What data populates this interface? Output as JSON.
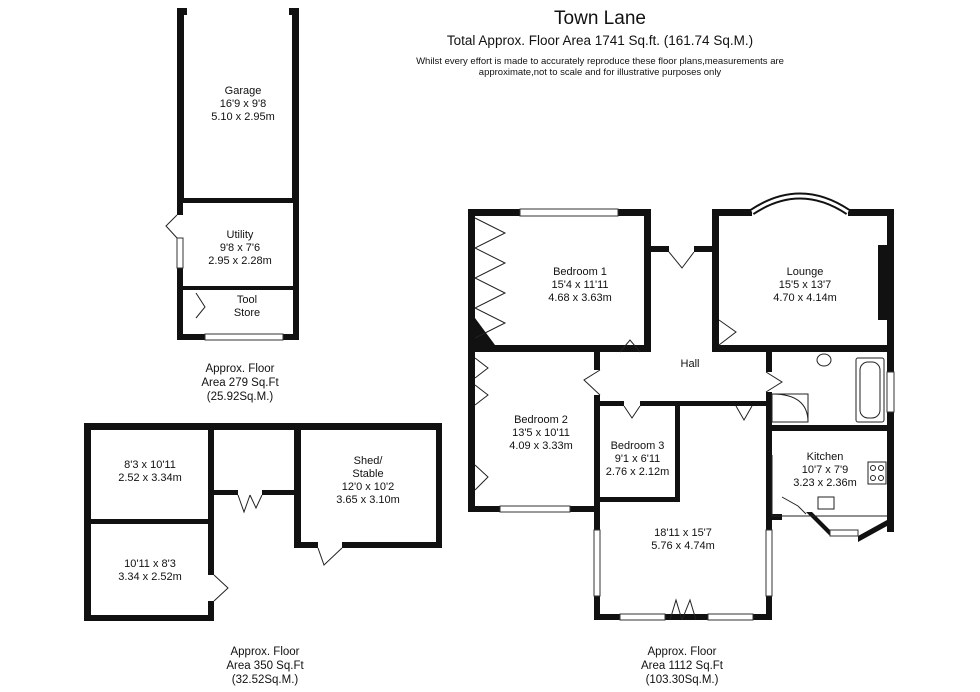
{
  "header": {
    "title": "Town Lane",
    "subtitle": "Total Approx. Floor Area 1741 Sq.ft. (161.74 Sq.M.)",
    "disclaimer_line1": "Whilst every effort is made to accurately reproduce these floor plans,measurements are",
    "disclaimer_line2": "approximate,not to scale and for illustrative purposes only"
  },
  "outbuilding_1": {
    "rooms": [
      {
        "name": "Garage",
        "imperial": "16'9 x 9'8",
        "metric": "5.10 x 2.95m"
      },
      {
        "name": "Utility",
        "imperial": "9'8 x 7'6",
        "metric": "2.95 x 2.28m"
      },
      {
        "name_line1": "Tool",
        "name_line2": "Store"
      }
    ],
    "area": {
      "line1": "Approx. Floor",
      "line2": "Area 279 Sq.Ft",
      "line3": "(25.92Sq.M.)"
    }
  },
  "outbuilding_2": {
    "rooms": [
      {
        "imperial": "8'3 x 10'11",
        "metric": "2.52 x 3.34m"
      },
      {
        "imperial": "10'11 x 8'3",
        "metric": "3.34 x 2.52m"
      },
      {
        "name_line1": "Shed/",
        "name_line2": "Stable",
        "imperial": "12'0 x 10'2",
        "metric": "3.65 x 3.10m"
      }
    ],
    "area": {
      "line1": "Approx. Floor",
      "line2": "Area 350 Sq.Ft",
      "line3": "(32.52Sq.M.)"
    }
  },
  "main_house": {
    "rooms": [
      {
        "name": "Bedroom 1",
        "imperial": "15'4 x 11'11",
        "metric": "4.68 x 3.63m"
      },
      {
        "name": "Lounge",
        "imperial": "15'5 x 13'7",
        "metric": "4.70 x 4.14m"
      },
      {
        "name": "Hall"
      },
      {
        "name": "Bedroom 2",
        "imperial": "13'5 x 10'11",
        "metric": "4.09 x 3.33m"
      },
      {
        "name": "Bedroom 3",
        "imperial": "9'1 x 6'11",
        "metric": "2.76 x 2.12m"
      },
      {
        "name": "Kitchen",
        "imperial": "10'7 x 7'9",
        "metric": "3.23 x 2.36m"
      },
      {
        "imperial": "18'11 x 15'7",
        "metric": "5.76 x 4.74m"
      }
    ],
    "area": {
      "line1": "Approx. Floor",
      "line2": "Area 1112 Sq.Ft",
      "line3": "(103.30Sq.M.)"
    }
  }
}
